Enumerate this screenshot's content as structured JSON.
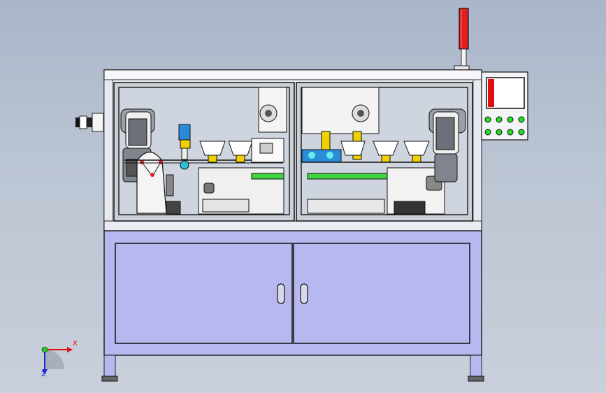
{
  "viewport": {
    "background_top": "#a9b6c9",
    "background_bottom": "#c9cfdb"
  },
  "machine": {
    "frame_color": "#eef1f6",
    "cabinet_color": "#b8b8f0",
    "window_glass": "#c9d0d8",
    "stack_light_color": "#e02020",
    "rail_color": "#3fd33f",
    "valve_color": "#f0d000",
    "hmi": {
      "screen_color": "#ffffff",
      "indicator_color": "#e01010",
      "button_color": "#22dd22",
      "button_count": 8
    },
    "doors": [
      "left-door",
      "right-door"
    ]
  },
  "triad": {
    "x_label": "X",
    "z_label": "Z",
    "x_color": "#dd1111",
    "y_color": "#22cc22",
    "z_color": "#1a2ad0"
  }
}
